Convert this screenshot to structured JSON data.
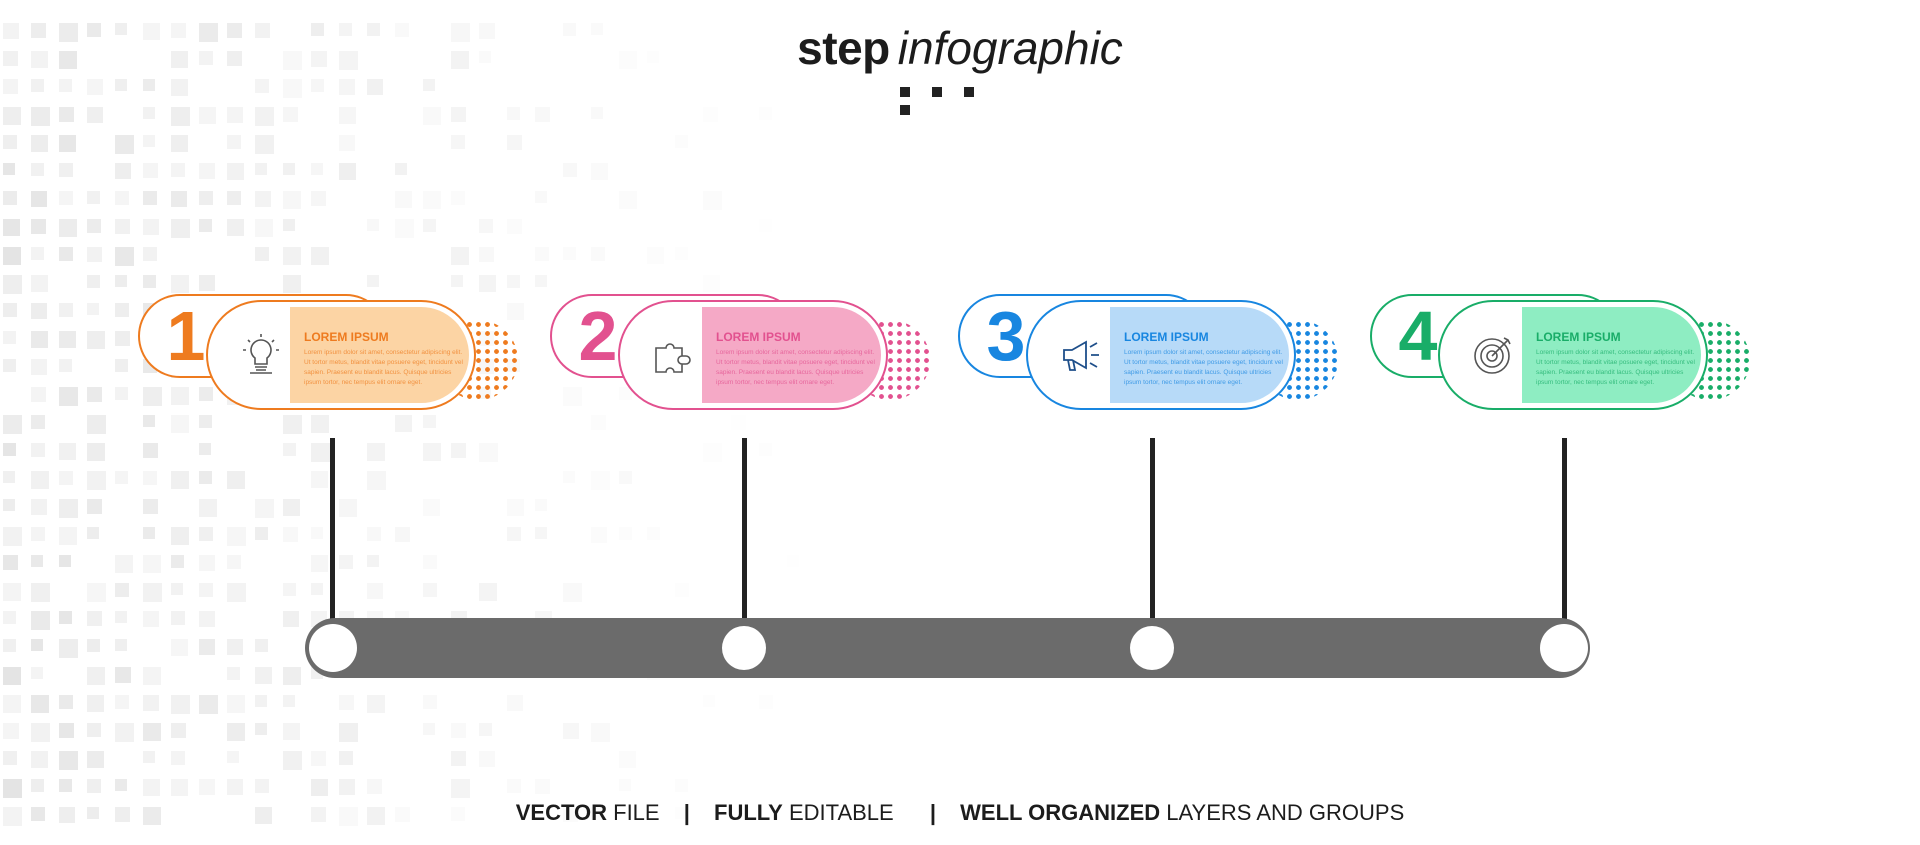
{
  "title": {
    "bold": "step",
    "italic": "infographic"
  },
  "colors": {
    "orange": "#ee7b1f",
    "orange_fill": "#fcd4a4",
    "pink": "#e2518f",
    "pink_fill": "#f5a9c6",
    "blue": "#1886e0",
    "blue_fill": "#b7daf8",
    "green": "#19ad68",
    "green_fill": "#8eedc2",
    "timeline": "#6b6b6b"
  },
  "steps": [
    {
      "number": "1",
      "heading": "LOREM IPSUM",
      "text": "Lorem ipsum dolor sit amet, consectetur adipiscing elit. Ut tortor metus, blandit vitae posuere eget, tincidunt vel sapien. Praesent eu blandit lacus. Quisque ultricies ipsum tortor, nec tempus elit ornare eget.",
      "icon": "lightbulb-icon"
    },
    {
      "number": "2",
      "heading": "LOREM IPSUM",
      "text": "Lorem ipsum dolor sit amet, consectetur adipiscing elit. Ut tortor metus, blandit vitae posuere eget, tincidunt vel sapien. Praesent eu blandit lacus. Quisque ultricies ipsum tortor, nec tempus elit ornare eget.",
      "icon": "puzzle-icon"
    },
    {
      "number": "3",
      "heading": "LOREM IPSUM",
      "text": "Lorem ipsum dolor sit amet, consectetur adipiscing elit. Ut tortor metus, blandit vitae posuere eget, tincidunt vel sapien. Praesent eu blandit lacus. Quisque ultricies ipsum tortor, nec tempus elit ornare eget.",
      "icon": "megaphone-icon"
    },
    {
      "number": "4",
      "heading": "LOREM IPSUM",
      "text": "Lorem ipsum dolor sit amet, consectetur adipiscing elit. Ut tortor metus, blandit vitae posuere eget, tincidunt vel sapien. Praesent eu blandit lacus. Quisque ultricies ipsum tortor, nec tempus elit ornare eget.",
      "icon": "target-icon"
    }
  ],
  "footer": {
    "part1_bold": "VECTOR",
    "part1_rest": " FILE",
    "part2_bold": "FULLY",
    "part2_rest": " EDITABLE",
    "part3_bold": "WELL ORGANIZED",
    "part3_rest": " LAYERS AND GROUPS",
    "separator": "|"
  }
}
